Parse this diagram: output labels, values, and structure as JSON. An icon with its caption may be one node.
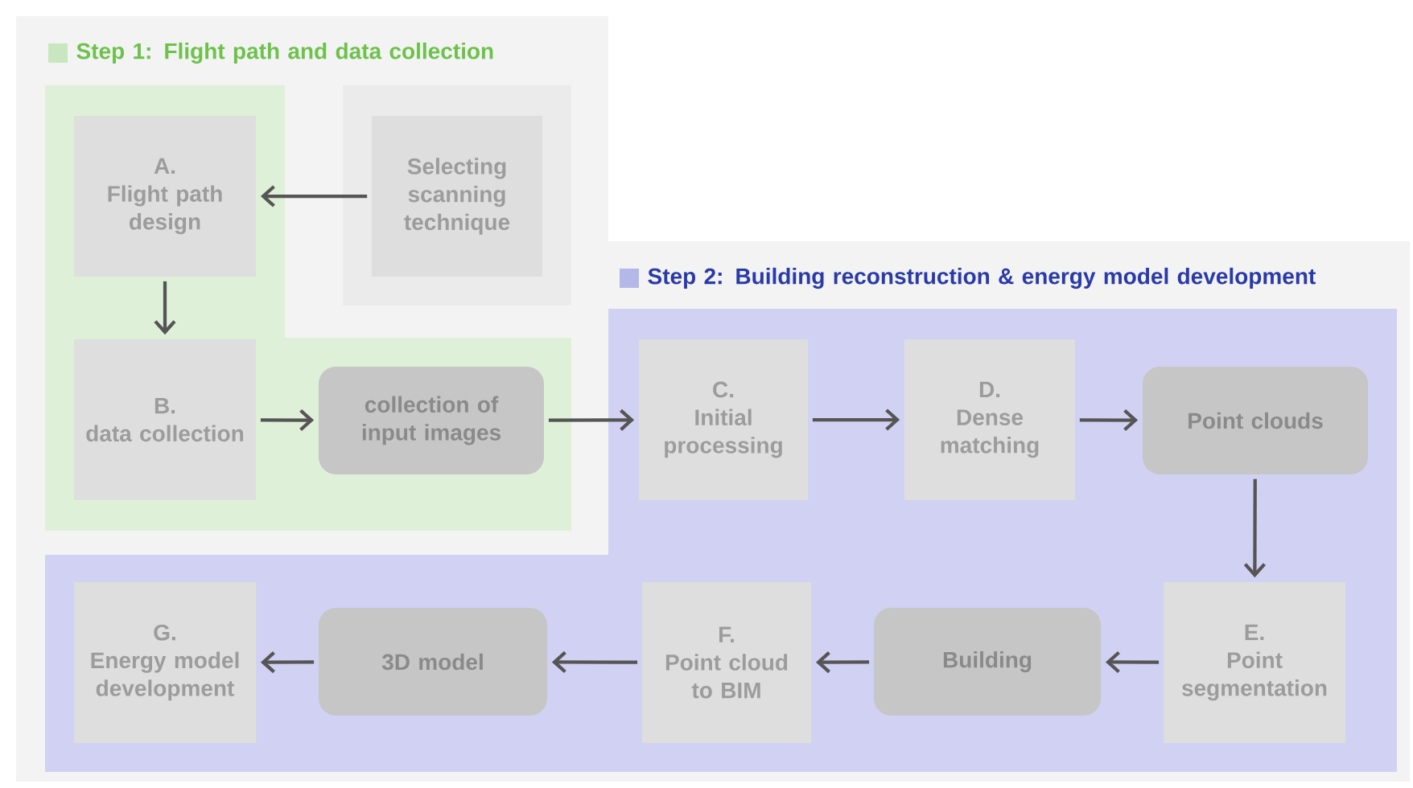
{
  "diagram": {
    "nodes": [
      {
        "text": [
          "A.",
          "Flight path design"
        ]
      },
      {
        "text": [
          "Selecting scanning technique"
        ]
      },
      {
        "text": [
          "B.",
          "data collection"
        ]
      },
      {
        "text": [
          "collection of input images"
        ]
      },
      {
        "text": [
          "C.",
          "Initial processing"
        ]
      },
      {
        "text": [
          "D.",
          "Dense matching"
        ]
      },
      {
        "text": [
          "Point clouds"
        ]
      },
      {
        "text": [
          "E.",
          "Point segmentation"
        ]
      },
      {
        "text": [
          "Building"
        ]
      },
      {
        "text": [
          "F.",
          "Point cloud to BIM"
        ]
      },
      {
        "text": [
          "3D model"
        ]
      },
      {
        "text": [
          "G.",
          "Energy model development"
        ]
      }
    ],
    "edges": [
      {
        "from": 1,
        "to": 0,
        "arrow": "to"
      },
      {
        "from": 0,
        "to": 2,
        "arrow": "to"
      },
      {
        "from": 2,
        "to": 3,
        "arrow": "to"
      },
      {
        "from": 3,
        "to": 4,
        "arrow": "to"
      },
      {
        "from": 4,
        "to": 5,
        "arrow": "to"
      },
      {
        "from": 5,
        "to": 6,
        "arrow": "to"
      },
      {
        "from": 6,
        "to": 7,
        "arrow": "to"
      },
      {
        "from": 7,
        "to": 8,
        "arrow": "to"
      },
      {
        "from": 8,
        "to": 9,
        "arrow": "to"
      },
      {
        "from": 9,
        "to": 10,
        "arrow": "to"
      },
      {
        "from": 10,
        "to": 11,
        "arrow": "to"
      }
    ],
    "legend": [
      {
        "text": "Step 1: Flight path and data collection",
        "color": "#c8e6c0"
      },
      {
        "text": "Step 2: Building reconstruction & energy model development",
        "color": "#b4b8e8"
      }
    ]
  }
}
